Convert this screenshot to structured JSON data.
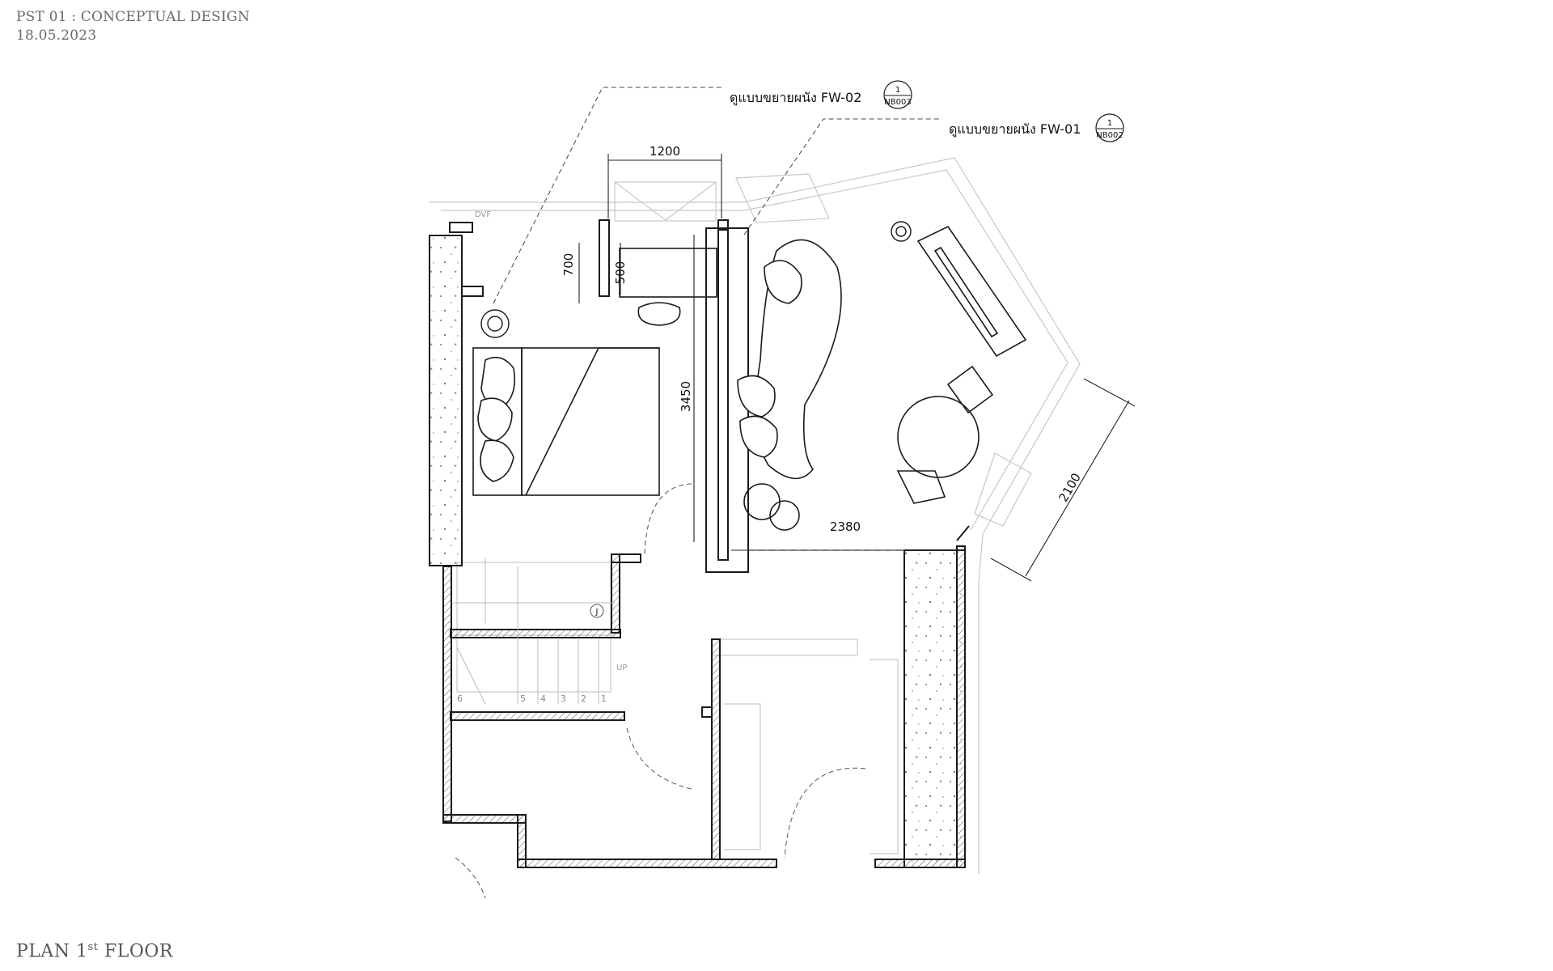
{
  "header": {
    "project": "PST 01 : CONCEPTUAL DESIGN",
    "date": "18.05.2023"
  },
  "footer": {
    "plan_title_prefix": "PLAN 1",
    "plan_title_sup": "st",
    "plan_title_suffix": " FLOOR"
  },
  "callouts": {
    "fw02": {
      "text": "ดูแบบขยายผนัง FW-02",
      "num": "1",
      "ref": "NB003"
    },
    "fw01": {
      "text": "ดูแบบขยายผนัง FW-01",
      "num": "1",
      "ref": "NB002"
    }
  },
  "dimensions": {
    "d1200": "1200",
    "d700": "700",
    "d500": "500",
    "d3450": "3450",
    "d2380": "2380",
    "d2100": "2100"
  },
  "labels": {
    "dvf": "DVF",
    "up": "UP",
    "j": "J",
    "stair_steps": [
      "6",
      "5",
      "4",
      "3",
      "2",
      "1"
    ]
  },
  "colors": {
    "line": "#1a1a1a",
    "light_line": "#bdbdbd",
    "hatch": "#444444"
  }
}
